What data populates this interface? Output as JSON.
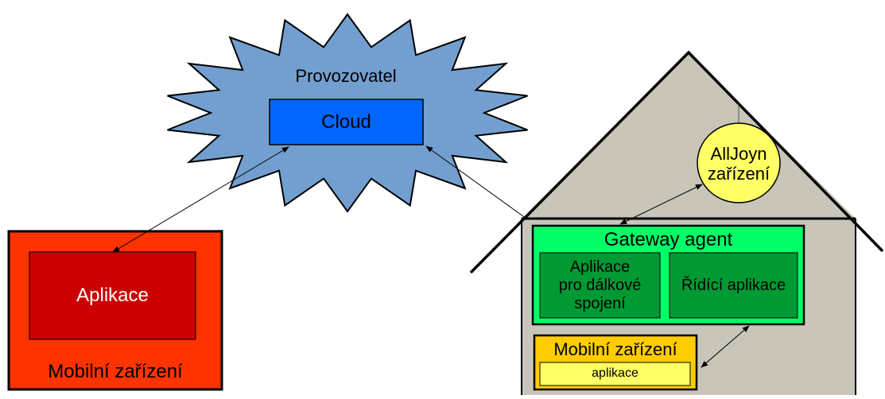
{
  "cloud": {
    "operator_label": "Provozovatel",
    "cloud_label": "Cloud"
  },
  "mobile_left": {
    "app_label": "Aplikace",
    "device_label": "Mobilní zařízení"
  },
  "house": {
    "alljoyn_line1": "AllJoyn",
    "alljoyn_line2": "zařízení",
    "gateway_label": "Gateway agent",
    "remote_app_line1": "Aplikace",
    "remote_app_line2": "pro dálkové",
    "remote_app_line3": "spojení",
    "control_app_label": "Řídící aplikace",
    "mobile_device_label": "Mobilní zařízení",
    "mobile_app_label": "aplikace"
  },
  "colors": {
    "cloud_fill": "#729fcf",
    "cloud_box": "#0066ff",
    "mobile_outer": "#ff3300",
    "mobile_inner": "#cc0000",
    "house_fill": "#c9c5b9",
    "alljoyn_fill": "#ffff66",
    "gateway_fill": "#00ff66",
    "gateway_inner": "#009933",
    "mobile_small_fill": "#ffcc00",
    "mobile_small_inner": "#ffff66"
  }
}
